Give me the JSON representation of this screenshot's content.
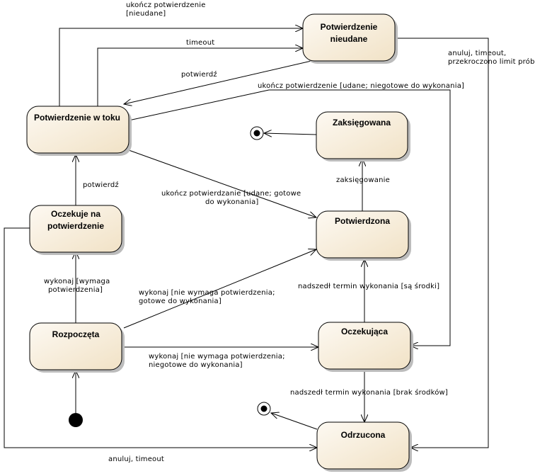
{
  "states": {
    "potwierdzenie_nieudane": [
      "Potwierdzenie",
      "nieudane"
    ],
    "potwierdzenie_w_toku": [
      "Potwierdzenie w toku"
    ],
    "zaksiegowana": [
      "Zaksięgowana"
    ],
    "oczekuje_na_potwierdzenie": [
      "Oczekuje na",
      "potwierdzenie"
    ],
    "potwierdzona": [
      "Potwierdzona"
    ],
    "rozpoczeta": [
      "Rozpoczęta"
    ],
    "oczekujaca": [
      "Oczekująca"
    ],
    "odrzucona": [
      "Odrzucona"
    ]
  },
  "transitions": {
    "ukoncz_nieudane": [
      "ukończ potwierdzenie",
      "[nieudane]"
    ],
    "timeout": [
      "timeout"
    ],
    "potwierdz_back": [
      "potwierdź"
    ],
    "anuluj_timeout_limit": [
      "anuluj, timeout,",
      "przekroczono limit prób"
    ],
    "ukoncz_niegotowe": [
      "ukończ potwierdzenie [udane; niegotowe do wykonania]"
    ],
    "ukoncz_gotowe": [
      "ukończ potwierdzanie [udane; gotowe",
      "do wykonania]"
    ],
    "zaksiegowanie": [
      "zaksięgowanie"
    ],
    "potwierdz_up": [
      "potwierdź"
    ],
    "wykonaj_wymaga": [
      "wykonaj [wymaga",
      "potwierdzenia]"
    ],
    "wykonaj_gotowe": [
      "wykonaj [nie wymaga potwierdzenia;",
      "gotowe do wykonania]"
    ],
    "nadszedl_srodki": [
      "nadszedł termin wykonania [są środki]"
    ],
    "wykonaj_niegotowe": [
      "wykonaj [nie wymaga potwierdzenia;",
      "niegotowe do wykonania]"
    ],
    "nadszedl_brak": [
      "nadszedł termin wykonania [brak środków]"
    ],
    "anuluj_timeout": [
      "anuluj, timeout"
    ]
  }
}
